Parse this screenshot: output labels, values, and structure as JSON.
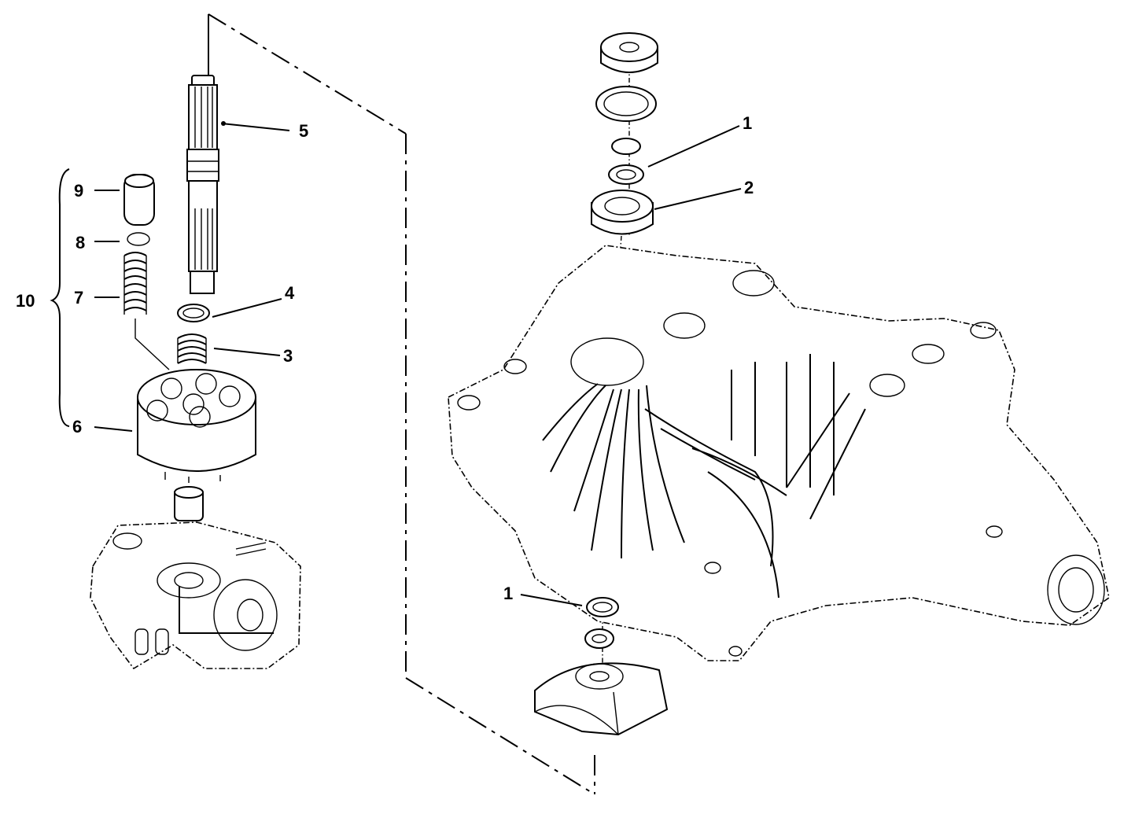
{
  "callouts": [
    {
      "id": "c1a",
      "label": "1"
    },
    {
      "id": "c2",
      "label": "2"
    },
    {
      "id": "c3",
      "label": "3"
    },
    {
      "id": "c4",
      "label": "4"
    },
    {
      "id": "c5",
      "label": "5"
    },
    {
      "id": "c6",
      "label": "6"
    },
    {
      "id": "c7",
      "label": "7"
    },
    {
      "id": "c8",
      "label": "8"
    },
    {
      "id": "c9",
      "label": "9"
    },
    {
      "id": "c10",
      "label": "10"
    },
    {
      "id": "c1b",
      "label": "1"
    }
  ]
}
